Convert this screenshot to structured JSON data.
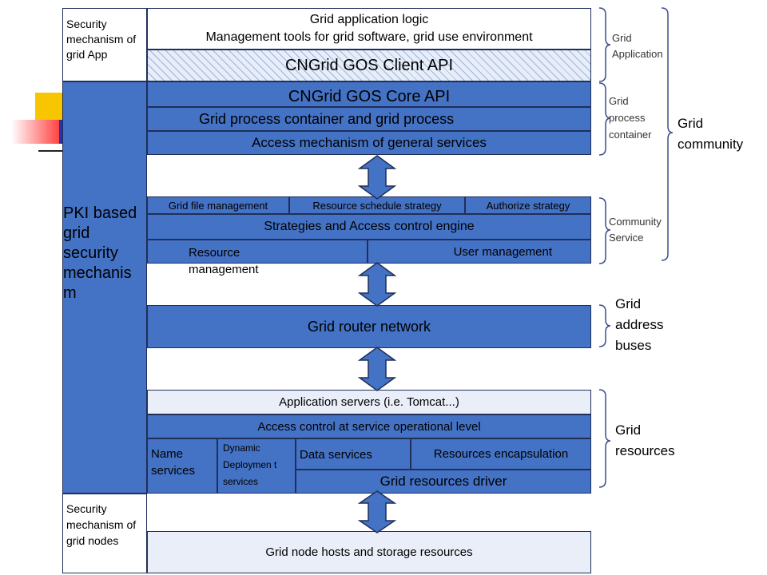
{
  "left": {
    "app_security": "Security mechanism of grid App",
    "pki": "PKI based grid security mechanis m",
    "node_security": "Security mechanism of grid nodes"
  },
  "layers": {
    "app_logic_1": "Grid application logic",
    "app_logic_2": "Management tools for grid software, grid use environment",
    "client_api": "CNGrid GOS Client API",
    "core_api": "CNGrid GOS Core API",
    "process_container": "Grid process container and grid process",
    "access_general": "Access mechanism of general services",
    "file_mgmt": "Grid file management",
    "resource_schedule": "Resource schedule strategy",
    "authorize": "Authorize strategy",
    "strategies_engine": "Strategies and Access control engine",
    "resource_mgmt": "Resource management",
    "user_mgmt": "User management",
    "router": "Grid router network",
    "app_servers": "Application servers (i.e. Tomcat...)",
    "access_control_op": "Access control at service operational level",
    "name_services": "Name services",
    "dynamic_deploy": "Dynamic Deploymen t services",
    "data_services": "Data services",
    "resources_encap": "Resources encapsulation",
    "resources_driver": "Grid resources driver",
    "node_hosts": "Grid node hosts and storage resources"
  },
  "right": {
    "grid_application": "Grid Application",
    "grid_process_container": "Grid process container",
    "community_service": "Community Service",
    "grid_community": "Grid community",
    "address_buses": "Grid address buses",
    "grid_resources": "Grid resources"
  },
  "colors": {
    "layer_blue": "#4472c4",
    "arrow_blue": "#4472c4",
    "border": "#1f2f5a"
  }
}
